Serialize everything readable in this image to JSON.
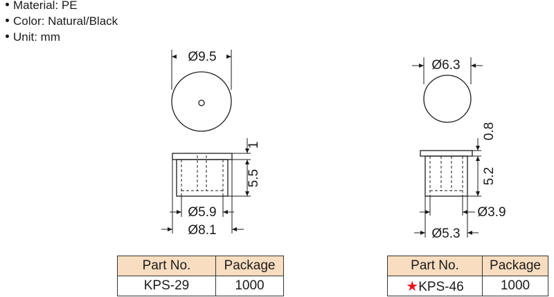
{
  "specs": [
    {
      "text": "Material: PE"
    },
    {
      "text": "Color: Natural/Black"
    },
    {
      "text": "Unit: mm"
    }
  ],
  "left_part": {
    "top_diameter": "Ø9.5",
    "dim_height_top": "1",
    "dim_height_body": "5.5",
    "dim_inner_diameter": "Ø5.9",
    "dim_outer_diameter": "Ø8.1",
    "table": {
      "header": [
        "Part No.",
        "Package"
      ],
      "part_no": "KPS-29",
      "package": "1000"
    }
  },
  "right_part": {
    "top_diameter": "Ø6.3",
    "dim_height_top": "0.8",
    "dim_height_body": "5.2",
    "dim_inner_diameter": "Ø3.9",
    "dim_outer_diameter": "Ø5.3",
    "table": {
      "header": [
        "Part No.",
        "Package"
      ],
      "part_no": "KPS-46",
      "package": "1000",
      "star_color": "#e8141b"
    }
  }
}
